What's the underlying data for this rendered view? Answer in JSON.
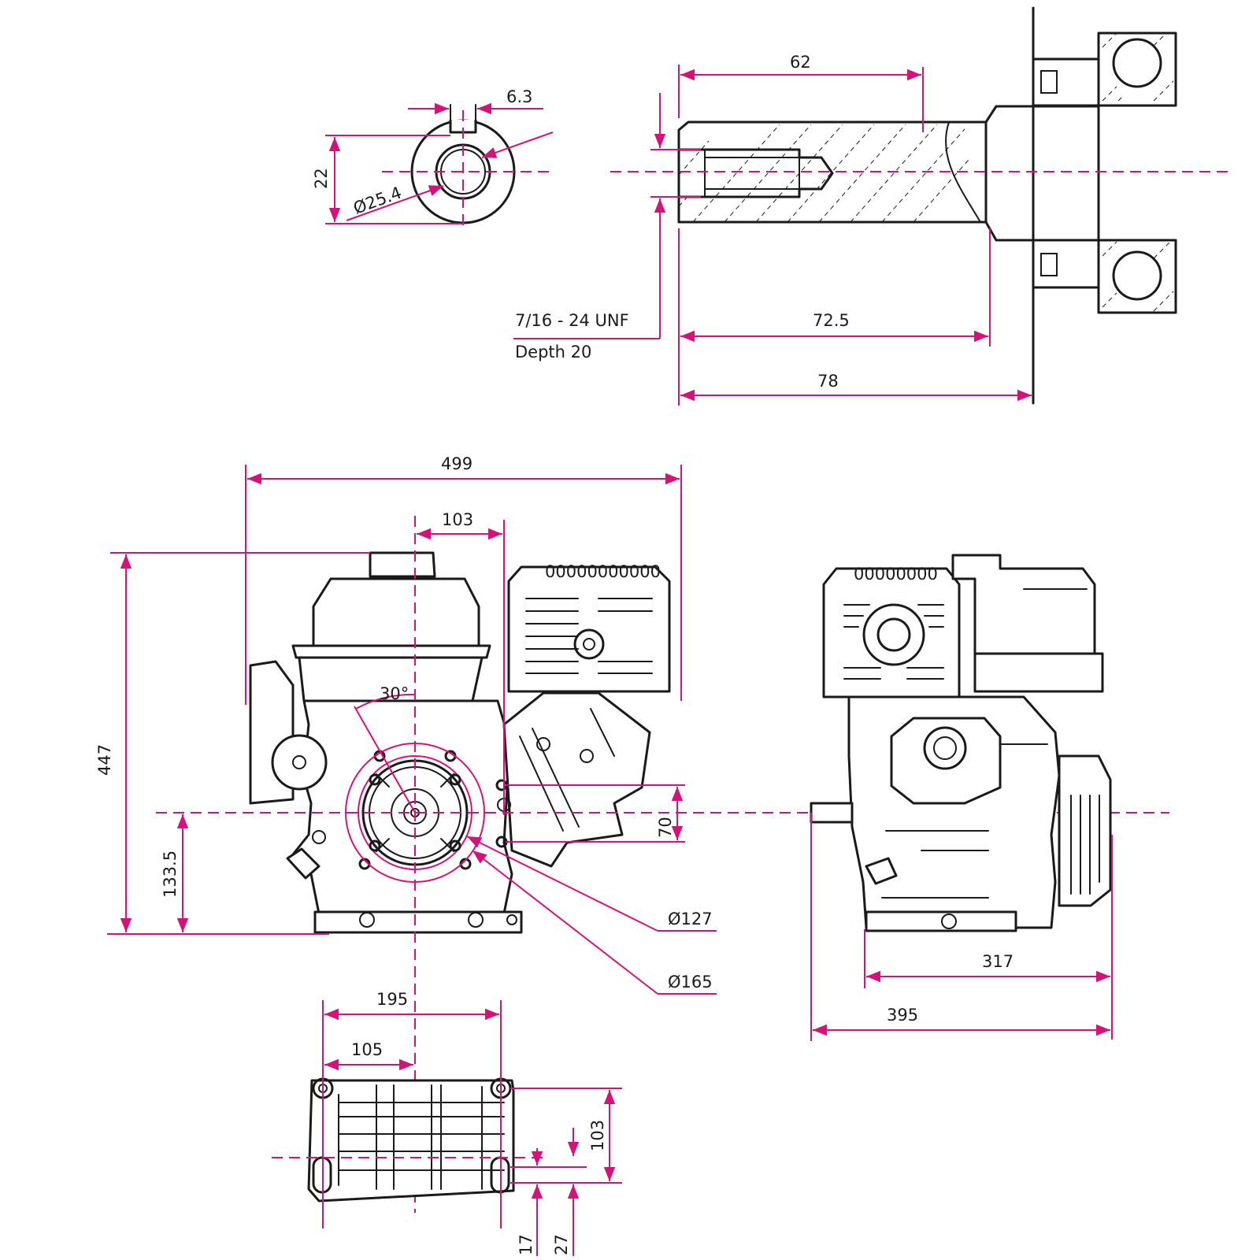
{
  "shaft_end_view": {
    "keyway_width": "6.3",
    "height_to_key": "22",
    "shaft_diameter": "Ø25.4"
  },
  "shaft_side_view": {
    "key_length": "62",
    "thread": "7/16 - 24 UNF",
    "depth": "Depth 20",
    "shaft_length": "72.5",
    "to_face_length": "78"
  },
  "front_view": {
    "overall_width": "499",
    "offset_to_shaft": "103",
    "overall_height": "447",
    "shaft_height": "133.5",
    "pto_bolt_spacing": "70",
    "angle": "30°",
    "pcd_small": "Ø127",
    "pcd_large": "Ø165",
    "recoil_grille_label": "00000000000"
  },
  "side_view": {
    "base_depth": "317",
    "overall_depth": "395",
    "recoil_grille_label": "00000000"
  },
  "base_view": {
    "mount_width": "195",
    "half_width": "105",
    "mount_depth": "103",
    "slot_offset_a": "17",
    "slot_offset_b": "27"
  },
  "colors": {
    "dimension": "#d6127a",
    "outline": "#1a1a1a"
  }
}
